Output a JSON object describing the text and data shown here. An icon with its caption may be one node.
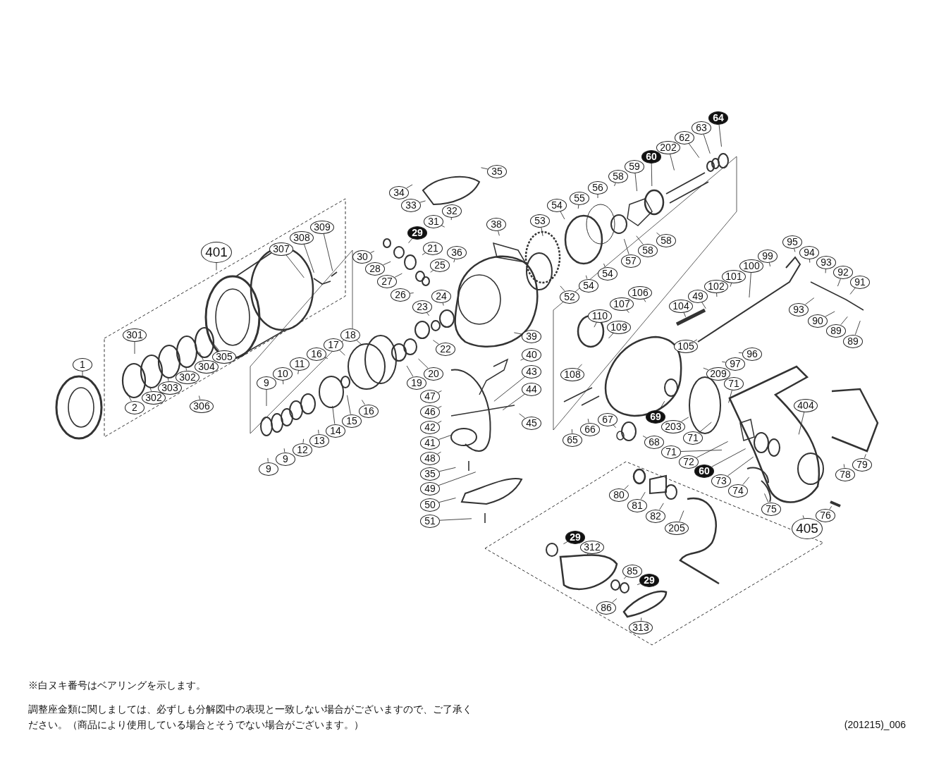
{
  "diagram": {
    "nodes": [
      {
        "text": [
          "64"
        ]
      },
      {
        "text": [
          "63"
        ]
      },
      {
        "text": [
          "62"
        ]
      },
      {
        "text": [
          "202"
        ]
      },
      {
        "text": [
          "60"
        ]
      },
      {
        "text": [
          "59"
        ]
      },
      {
        "text": [
          "35"
        ]
      },
      {
        "text": [
          "58"
        ]
      },
      {
        "text": [
          "34"
        ]
      },
      {
        "text": [
          "33"
        ]
      },
      {
        "text": [
          "56"
        ]
      },
      {
        "text": [
          "55"
        ]
      },
      {
        "text": [
          "32"
        ]
      },
      {
        "text": [
          "54"
        ]
      },
      {
        "text": [
          "31"
        ]
      },
      {
        "text": [
          "38"
        ]
      },
      {
        "text": [
          "53"
        ]
      },
      {
        "text": [
          "309"
        ]
      },
      {
        "text": [
          "308"
        ]
      },
      {
        "text": [
          "29"
        ]
      },
      {
        "text": [
          "95"
        ]
      },
      {
        "text": [
          "307"
        ]
      },
      {
        "text": [
          "58"
        ]
      },
      {
        "text": [
          "401"
        ]
      },
      {
        "text": [
          "58"
        ]
      },
      {
        "text": [
          "94"
        ]
      },
      {
        "text": [
          "21"
        ]
      },
      {
        "text": [
          "36"
        ]
      },
      {
        "text": [
          "99"
        ]
      },
      {
        "text": [
          "30"
        ]
      },
      {
        "text": [
          "57"
        ]
      },
      {
        "text": [
          "93"
        ]
      },
      {
        "text": [
          "100"
        ]
      },
      {
        "text": [
          "28"
        ]
      },
      {
        "text": [
          "25"
        ]
      },
      {
        "text": [
          "92"
        ]
      },
      {
        "text": [
          "54"
        ]
      },
      {
        "text": [
          "101"
        ]
      },
      {
        "text": [
          "27"
        ]
      },
      {
        "text": [
          "91"
        ]
      },
      {
        "text": [
          "54"
        ]
      },
      {
        "text": [
          "102"
        ]
      },
      {
        "text": [
          "106"
        ]
      },
      {
        "text": [
          "26"
        ]
      },
      {
        "text": [
          "24"
        ]
      },
      {
        "text": [
          "49"
        ]
      },
      {
        "text": [
          "52"
        ]
      },
      {
        "text": [
          "107"
        ]
      },
      {
        "text": [
          "104"
        ]
      },
      {
        "text": [
          "23"
        ]
      },
      {
        "text": [
          "93"
        ]
      },
      {
        "text": [
          "110"
        ]
      },
      {
        "text": [
          "90"
        ]
      },
      {
        "text": [
          "109"
        ]
      },
      {
        "text": [
          "89"
        ]
      },
      {
        "text": [
          "18"
        ]
      },
      {
        "text": [
          "301"
        ]
      },
      {
        "text": [
          "39"
        ]
      },
      {
        "text": [
          "89"
        ]
      },
      {
        "text": [
          "17"
        ]
      },
      {
        "text": [
          "105"
        ]
      },
      {
        "text": [
          "22"
        ]
      },
      {
        "text": [
          "16"
        ]
      },
      {
        "text": [
          "96"
        ]
      },
      {
        "text": [
          "40"
        ]
      },
      {
        "text": [
          "305"
        ]
      },
      {
        "text": [
          "1"
        ]
      },
      {
        "text": [
          "97"
        ]
      },
      {
        "text": [
          "11"
        ]
      },
      {
        "text": [
          "304"
        ]
      },
      {
        "text": [
          "43"
        ]
      },
      {
        "text": [
          "20"
        ]
      },
      {
        "text": [
          "10"
        ]
      },
      {
        "text": [
          "209"
        ]
      },
      {
        "text": [
          "108"
        ]
      },
      {
        "text": [
          "303"
        ]
      },
      {
        "text": [
          "302"
        ]
      },
      {
        "text": [
          "9"
        ]
      },
      {
        "text": [
          "19"
        ]
      },
      {
        "text": [
          "71"
        ]
      },
      {
        "text": [
          "44"
        ]
      },
      {
        "text": [
          "47"
        ]
      },
      {
        "text": [
          "302"
        ]
      },
      {
        "text": [
          "306"
        ]
      },
      {
        "text": [
          "2"
        ]
      },
      {
        "text": [
          "16"
        ]
      },
      {
        "text": [
          "46"
        ]
      },
      {
        "text": [
          "404"
        ]
      },
      {
        "text": [
          "69"
        ]
      },
      {
        "text": [
          "67"
        ]
      },
      {
        "text": [
          "15"
        ]
      },
      {
        "text": [
          "45"
        ]
      },
      {
        "text": [
          "203"
        ]
      },
      {
        "text": [
          "42"
        ]
      },
      {
        "text": [
          "66"
        ]
      },
      {
        "text": [
          "14"
        ]
      },
      {
        "text": [
          "65"
        ]
      },
      {
        "text": [
          "13"
        ]
      },
      {
        "text": [
          "71"
        ]
      },
      {
        "text": [
          "68"
        ]
      },
      {
        "text": [
          "41"
        ]
      },
      {
        "text": [
          "12"
        ]
      },
      {
        "text": [
          "71"
        ]
      },
      {
        "text": [
          "9"
        ]
      },
      {
        "text": [
          "48"
        ]
      },
      {
        "text": [
          "72"
        ]
      },
      {
        "text": [
          "79"
        ]
      },
      {
        "text": [
          "9"
        ]
      },
      {
        "text": [
          "60"
        ]
      },
      {
        "text": [
          "35"
        ]
      },
      {
        "text": [
          "78"
        ]
      },
      {
        "text": [
          "73"
        ]
      },
      {
        "text": [
          "49"
        ]
      },
      {
        "text": [
          "74"
        ]
      },
      {
        "text": [
          "80"
        ]
      },
      {
        "text": [
          "50"
        ]
      },
      {
        "text": [
          "81"
        ]
      },
      {
        "text": [
          "75"
        ]
      },
      {
        "text": [
          "76"
        ]
      },
      {
        "text": [
          "82"
        ]
      },
      {
        "text": [
          "51"
        ]
      },
      {
        "text": [
          "205"
        ]
      },
      {
        "text": [
          "405"
        ]
      },
      {
        "text": [
          "29"
        ]
      },
      {
        "text": [
          "312"
        ]
      },
      {
        "text": [
          "85"
        ]
      },
      {
        "text": [
          "29"
        ]
      },
      {
        "text": [
          "86"
        ]
      },
      {
        "text": [
          "313"
        ]
      }
    ],
    "edges": [
      {
        "from": 0,
        "to": null,
        "arrow": "none"
      },
      {
        "from": 1,
        "to": null,
        "arrow": "none"
      },
      {
        "from": 2,
        "to": null,
        "arrow": "none"
      },
      {
        "from": 3,
        "to": null,
        "arrow": "none"
      },
      {
        "from": 4,
        "to": null,
        "arrow": "none"
      },
      {
        "from": 5,
        "to": null,
        "arrow": "none"
      },
      {
        "from": 6,
        "to": null,
        "arrow": "none"
      },
      {
        "from": 7,
        "to": null,
        "arrow": "none"
      },
      {
        "from": 8,
        "to": null,
        "arrow": "none"
      },
      {
        "from": 9,
        "to": null,
        "arrow": "none"
      },
      {
        "from": 10,
        "to": null,
        "arrow": "none"
      },
      {
        "from": 11,
        "to": null,
        "arrow": "none"
      },
      {
        "from": 12,
        "to": null,
        "arrow": "none"
      },
      {
        "from": 13,
        "to": null,
        "arrow": "none"
      },
      {
        "from": 14,
        "to": null,
        "arrow": "none"
      },
      {
        "from": 15,
        "to": null,
        "arrow": "none"
      },
      {
        "from": 16,
        "to": null,
        "arrow": "none"
      },
      {
        "from": 17,
        "to": null,
        "arrow": "none"
      },
      {
        "from": 18,
        "to": null,
        "arrow": "none"
      },
      {
        "from": 19,
        "to": null,
        "arrow": "none"
      },
      {
        "from": 20,
        "to": null,
        "arrow": "none"
      },
      {
        "from": 21,
        "to": null,
        "arrow": "none"
      },
      {
        "from": 22,
        "to": null,
        "arrow": "none"
      },
      {
        "from": 23,
        "to": null,
        "arrow": "none"
      },
      {
        "from": 24,
        "to": null,
        "arrow": "none"
      },
      {
        "from": 25,
        "to": null,
        "arrow": "none"
      },
      {
        "from": 26,
        "to": null,
        "arrow": "none"
      },
      {
        "from": 27,
        "to": null,
        "arrow": "none"
      },
      {
        "from": 28,
        "to": null,
        "arrow": "none"
      },
      {
        "from": 29,
        "to": null,
        "arrow": "none"
      },
      {
        "from": 30,
        "to": null,
        "arrow": "none"
      },
      {
        "from": 31,
        "to": null,
        "arrow": "none"
      },
      {
        "from": 32,
        "to": null,
        "arrow": "none"
      },
      {
        "from": 33,
        "to": null,
        "arrow": "none"
      },
      {
        "from": 34,
        "to": null,
        "arrow": "none"
      },
      {
        "from": 35,
        "to": null,
        "arrow": "none"
      },
      {
        "from": 36,
        "to": null,
        "arrow": "none"
      },
      {
        "from": 37,
        "to": null,
        "arrow": "none"
      },
      {
        "from": 38,
        "to": null,
        "arrow": "none"
      },
      {
        "from": 39,
        "to": null,
        "arrow": "none"
      },
      {
        "from": 40,
        "to": null,
        "arrow": "none"
      },
      {
        "from": 41,
        "to": null,
        "arrow": "none"
      },
      {
        "from": 42,
        "to": null,
        "arrow": "none"
      },
      {
        "from": 43,
        "to": null,
        "arrow": "none"
      },
      {
        "from": 44,
        "to": null,
        "arrow": "none"
      },
      {
        "from": 45,
        "to": null,
        "arrow": "none"
      },
      {
        "from": 46,
        "to": null,
        "arrow": "none"
      },
      {
        "from": 47,
        "to": null,
        "arrow": "none"
      },
      {
        "from": 48,
        "to": null,
        "arrow": "none"
      },
      {
        "from": 49,
        "to": null,
        "arrow": "none"
      },
      {
        "from": 50,
        "to": null,
        "arrow": "none"
      },
      {
        "from": 51,
        "to": null,
        "arrow": "none"
      },
      {
        "from": 52,
        "to": null,
        "arrow": "none"
      },
      {
        "from": 53,
        "to": null,
        "arrow": "none"
      },
      {
        "from": 54,
        "to": null,
        "arrow": "none"
      },
      {
        "from": 55,
        "to": null,
        "arrow": "none"
      },
      {
        "from": 56,
        "to": null,
        "arrow": "none"
      },
      {
        "from": 57,
        "to": null,
        "arrow": "none"
      },
      {
        "from": 58,
        "to": null,
        "arrow": "none"
      },
      {
        "from": 59,
        "to": null,
        "arrow": "none"
      },
      {
        "from": 60,
        "to": null,
        "arrow": "none"
      },
      {
        "from": 61,
        "to": null,
        "arrow": "none"
      },
      {
        "from": 62,
        "to": null,
        "arrow": "none"
      },
      {
        "from": 63,
        "to": null,
        "arrow": "none"
      },
      {
        "from": 64,
        "to": null,
        "arrow": "none"
      },
      {
        "from": 65,
        "to": null,
        "arrow": "none"
      },
      {
        "from": 66,
        "to": null,
        "arrow": "none"
      },
      {
        "from": 67,
        "to": null,
        "arrow": "none"
      },
      {
        "from": 68,
        "to": null,
        "arrow": "none"
      },
      {
        "from": 69,
        "to": null,
        "arrow": "none"
      },
      {
        "from": 70,
        "to": null,
        "arrow": "none"
      },
      {
        "from": 71,
        "to": null,
        "arrow": "none"
      },
      {
        "from": 72,
        "to": null,
        "arrow": "none"
      },
      {
        "from": 73,
        "to": null,
        "arrow": "none"
      },
      {
        "from": 74,
        "to": null,
        "arrow": "none"
      },
      {
        "from": 75,
        "to": null,
        "arrow": "none"
      },
      {
        "from": 76,
        "to": null,
        "arrow": "none"
      },
      {
        "from": 77,
        "to": null,
        "arrow": "none"
      },
      {
        "from": 78,
        "to": null,
        "arrow": "none"
      },
      {
        "from": 79,
        "to": null,
        "arrow": "none"
      },
      {
        "from": 80,
        "to": null,
        "arrow": "none"
      },
      {
        "from": 81,
        "to": null,
        "arrow": "none"
      },
      {
        "from": 82,
        "to": null,
        "arrow": "none"
      },
      {
        "from": 83,
        "to": null,
        "arrow": "none"
      },
      {
        "from": 84,
        "to": null,
        "arrow": "none"
      },
      {
        "from": 85,
        "to": null,
        "arrow": "none"
      },
      {
        "from": 86,
        "to": null,
        "arrow": "none"
      },
      {
        "from": 87,
        "to": null,
        "arrow": "none"
      },
      {
        "from": 88,
        "to": null,
        "arrow": "none"
      },
      {
        "from": 89,
        "to": null,
        "arrow": "none"
      },
      {
        "from": 90,
        "to": null,
        "arrow": "none"
      },
      {
        "from": 91,
        "to": null,
        "arrow": "none"
      },
      {
        "from": 92,
        "to": null,
        "arrow": "none"
      },
      {
        "from": 93,
        "to": null,
        "arrow": "none"
      },
      {
        "from": 94,
        "to": null,
        "arrow": "none"
      },
      {
        "from": 95,
        "to": null,
        "arrow": "none"
      },
      {
        "from": 96,
        "to": null,
        "arrow": "none"
      },
      {
        "from": 97,
        "to": null,
        "arrow": "none"
      },
      {
        "from": 98,
        "to": null,
        "arrow": "none"
      },
      {
        "from": 99,
        "to": null,
        "arrow": "none"
      },
      {
        "from": 100,
        "to": null,
        "arrow": "none"
      },
      {
        "from": 101,
        "to": null,
        "arrow": "none"
      },
      {
        "from": 102,
        "to": null,
        "arrow": "none"
      },
      {
        "from": 103,
        "to": null,
        "arrow": "none"
      },
      {
        "from": 104,
        "to": null,
        "arrow": "none"
      },
      {
        "from": 105,
        "to": null,
        "arrow": "none"
      },
      {
        "from": 106,
        "to": null,
        "arrow": "none"
      },
      {
        "from": 107,
        "to": null,
        "arrow": "none"
      },
      {
        "from": 108,
        "to": null,
        "arrow": "none"
      },
      {
        "from": 109,
        "to": null,
        "arrow": "none"
      },
      {
        "from": 110,
        "to": null,
        "arrow": "none"
      },
      {
        "from": 111,
        "to": null,
        "arrow": "none"
      },
      {
        "from": 112,
        "to": null,
        "arrow": "none"
      },
      {
        "from": 113,
        "to": null,
        "arrow": "none"
      },
      {
        "from": 114,
        "to": null,
        "arrow": "none"
      },
      {
        "from": 115,
        "to": null,
        "arrow": "none"
      },
      {
        "from": 116,
        "to": null,
        "arrow": "none"
      },
      {
        "from": 117,
        "to": null,
        "arrow": "none"
      },
      {
        "from": 118,
        "to": null,
        "arrow": "none"
      },
      {
        "from": 119,
        "to": null,
        "arrow": "none"
      },
      {
        "from": 120,
        "to": null,
        "arrow": "none"
      },
      {
        "from": 121,
        "to": null,
        "arrow": "none"
      },
      {
        "from": 122,
        "to": null,
        "arrow": "none"
      },
      {
        "from": 123,
        "to": null,
        "arrow": "none"
      },
      {
        "from": 124,
        "to": null,
        "arrow": "none"
      },
      {
        "from": 125,
        "to": null,
        "arrow": "none"
      },
      {
        "from": 126,
        "to": null,
        "arrow": "none"
      },
      {
        "from": 127,
        "to": null,
        "arrow": "none"
      },
      {
        "from": 128,
        "to": null,
        "arrow": "none"
      }
    ],
    "labels": [
      "※白ヌキ番号はベアリングを示します。",
      "調整座金類に関しましては、必ずしも分解図中の表現と一致しない場合がございますので、ご了承ください。（商品により使用している場合とそうでない場合がございます。）",
      "(201215)_006"
    ]
  }
}
